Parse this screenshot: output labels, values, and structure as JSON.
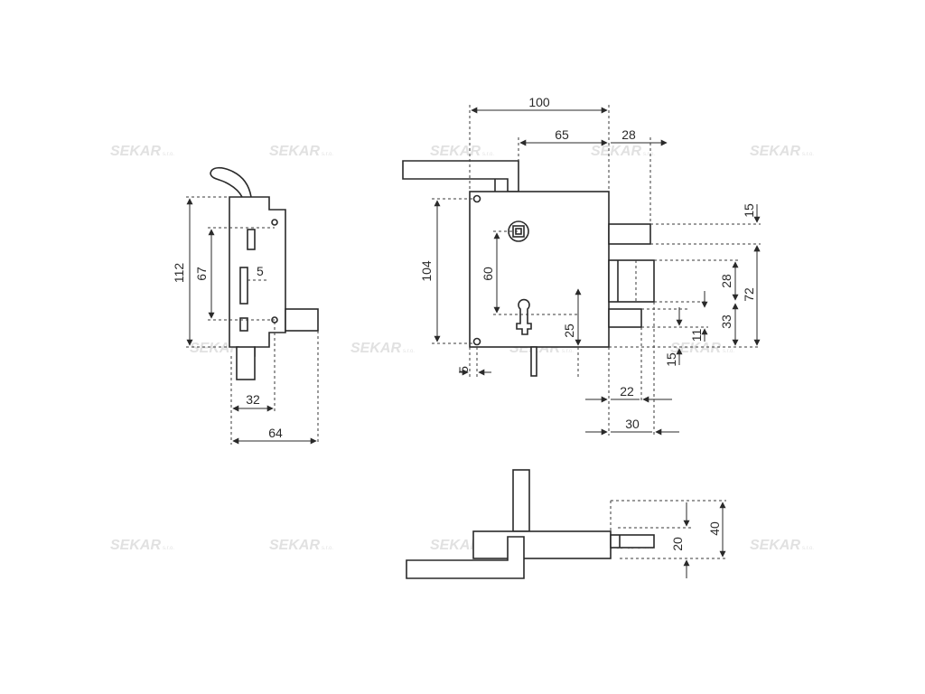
{
  "watermark": {
    "brand": "SEKAR",
    "suffix": "s.r.o."
  },
  "side_view": {
    "dimensions": {
      "height_total": "112",
      "height_inner": "67",
      "slot_width": "5",
      "width_32": "32",
      "width_64": "64"
    }
  },
  "front_view": {
    "dimensions": {
      "width_total": "100",
      "width_65": "65",
      "width_28": "28",
      "height_104": "104",
      "height_60": "60",
      "height_25": "25",
      "offset_5": "5",
      "right_15_top": "15",
      "right_28": "28",
      "right_72": "72",
      "right_33": "33",
      "right_11": "11",
      "right_15_bottom": "15",
      "bottom_22": "22",
      "bottom_30": "30"
    }
  },
  "bottom_view": {
    "dimensions": {
      "height_20": "20",
      "height_40": "40"
    }
  }
}
